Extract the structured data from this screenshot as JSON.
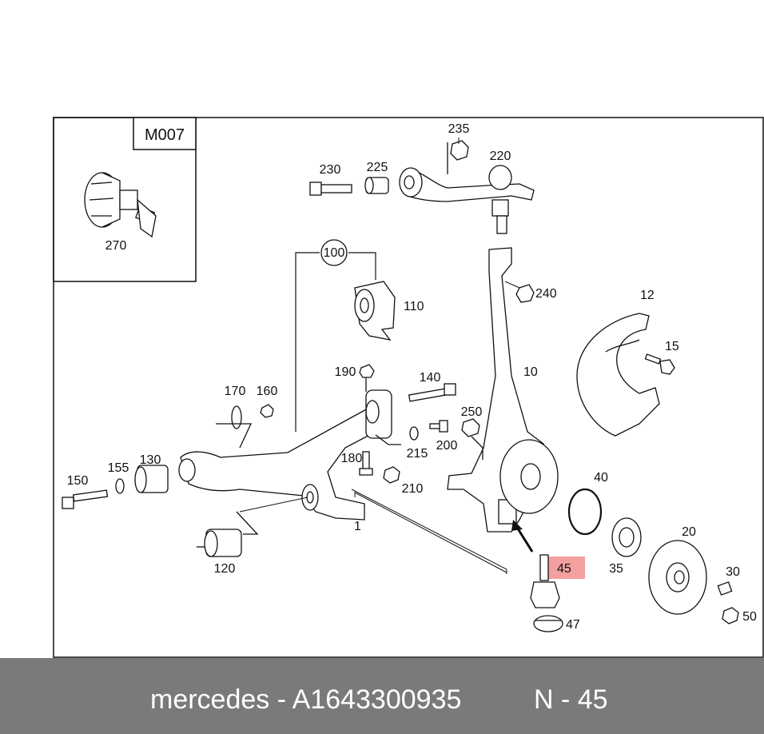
{
  "inset_code": "M007",
  "colors": {
    "highlight": "#f4a0a0",
    "footer_bg": "#7a7a7a",
    "footer_text": "#ffffff",
    "line": "#111111"
  },
  "parts": {
    "p270": "270",
    "p235": "235",
    "p230": "230",
    "p225": "225",
    "p220": "220",
    "p100": "100",
    "p110": "110",
    "p240": "240",
    "p12": "12",
    "p15": "15",
    "p10": "10",
    "p190": "190",
    "p140": "140",
    "p170": "170",
    "p160": "160",
    "p250": "250",
    "p200": "200",
    "p180": "180",
    "p215": "215",
    "p130": "130",
    "p155": "155",
    "p150": "150",
    "p210": "210",
    "p40": "40",
    "p20": "20",
    "p45": "45",
    "p35": "35",
    "p30": "30",
    "p120": "120",
    "p47": "47",
    "p50": "50",
    "p1": "1"
  },
  "footer": {
    "brand_part": "mercedes - A1643300935",
    "position": "N - 45"
  }
}
